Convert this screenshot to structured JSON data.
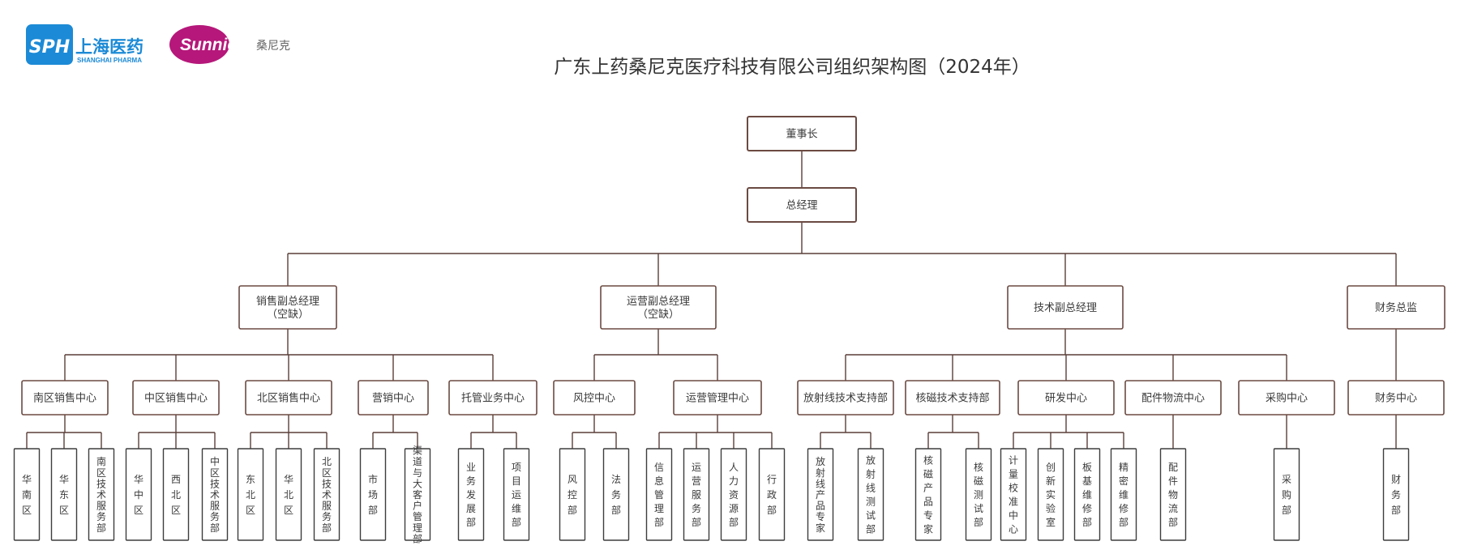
{
  "logos": {
    "sph": {
      "mark": "SPH",
      "name": "上海医药",
      "sub": "SHANGHAI PHARMA",
      "color": "#1c8ad6"
    },
    "sunnico": {
      "mark": "Sunnico",
      "name": "桑尼克",
      "color": "#b5177a"
    }
  },
  "title": "广东上药桑尼克医疗科技有限公司组织架构图（2024年）",
  "org": {
    "chairman": "董事长",
    "gm": "总经理",
    "vps": [
      {
        "label": [
          "销售副总经理",
          "（空缺）"
        ],
        "centers": [
          {
            "label": "南区销售中心",
            "units": [
              "华南区",
              "华东区",
              "南区技术服务部"
            ]
          },
          {
            "label": "中区销售中心",
            "units": [
              "华中区",
              "西北区",
              "中区技术服务部"
            ]
          },
          {
            "label": "北区销售中心",
            "units": [
              "东北区",
              "华北区",
              "北区技术服务部"
            ]
          },
          {
            "label": "营销中心",
            "units": [
              "市场部",
              "渠道与大客户管理部"
            ]
          },
          {
            "label": "托管业务中心",
            "units": [
              "业务发展部",
              "项目运维部"
            ]
          }
        ]
      },
      {
        "label": [
          "运营副总经理",
          "（空缺）"
        ],
        "centers": [
          {
            "label": "风控中心",
            "units": [
              "风控部",
              "法务部"
            ]
          },
          {
            "label": "运营管理中心",
            "units": [
              "信息管理部",
              "运营服务部",
              "人力资源部",
              "行政部"
            ]
          }
        ]
      },
      {
        "label": [
          "技术副总经理"
        ],
        "centers": [
          {
            "label": "放射线技术支持部",
            "units": [
              "放射线产品专家",
              "放射线测试部"
            ]
          },
          {
            "label": "核磁技术支持部",
            "units": [
              "核磁产品专家",
              "核磁测试部"
            ]
          },
          {
            "label": "研发中心",
            "units": [
              "计量校准中心",
              "创新实验室",
              "板基维修部",
              "精密维修部"
            ]
          },
          {
            "label": "配件物流中心",
            "units": [
              "配件物流部"
            ]
          },
          {
            "label": "采购中心",
            "units": [
              "采购部"
            ]
          }
        ]
      },
      {
        "label": [
          "财务总监"
        ],
        "centers": [
          {
            "label": "财务中心",
            "units": [
              "财务部"
            ]
          }
        ]
      }
    ]
  }
}
